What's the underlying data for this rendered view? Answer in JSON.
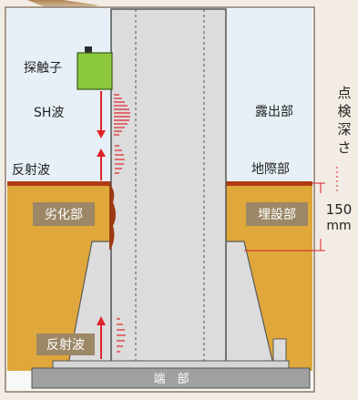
{
  "labels": {
    "probe": "探触子",
    "sh_wave": "SH波",
    "reflected_wave_upper": "反射波",
    "exposed_part": "露出部",
    "ground_boundary": "地際部",
    "degraded_part": "劣化部",
    "buried_part": "埋設部",
    "reflected_wave_lower": "反射波",
    "base_end": "端　部",
    "inspection_depth": [
      "点",
      "検",
      "深",
      "さ"
    ],
    "depth_value": "150",
    "depth_unit": "mm"
  },
  "colors": {
    "sky": "#e6f0f6",
    "soil": "#e0a83a",
    "ground_line": "#b23a14",
    "probe": "#8cc83c",
    "wave": "#e0232a",
    "concrete": "#dcdcdc",
    "base": "#a0a0a0",
    "label_box": "#9c8766",
    "dimension_line": "#d8202a"
  }
}
